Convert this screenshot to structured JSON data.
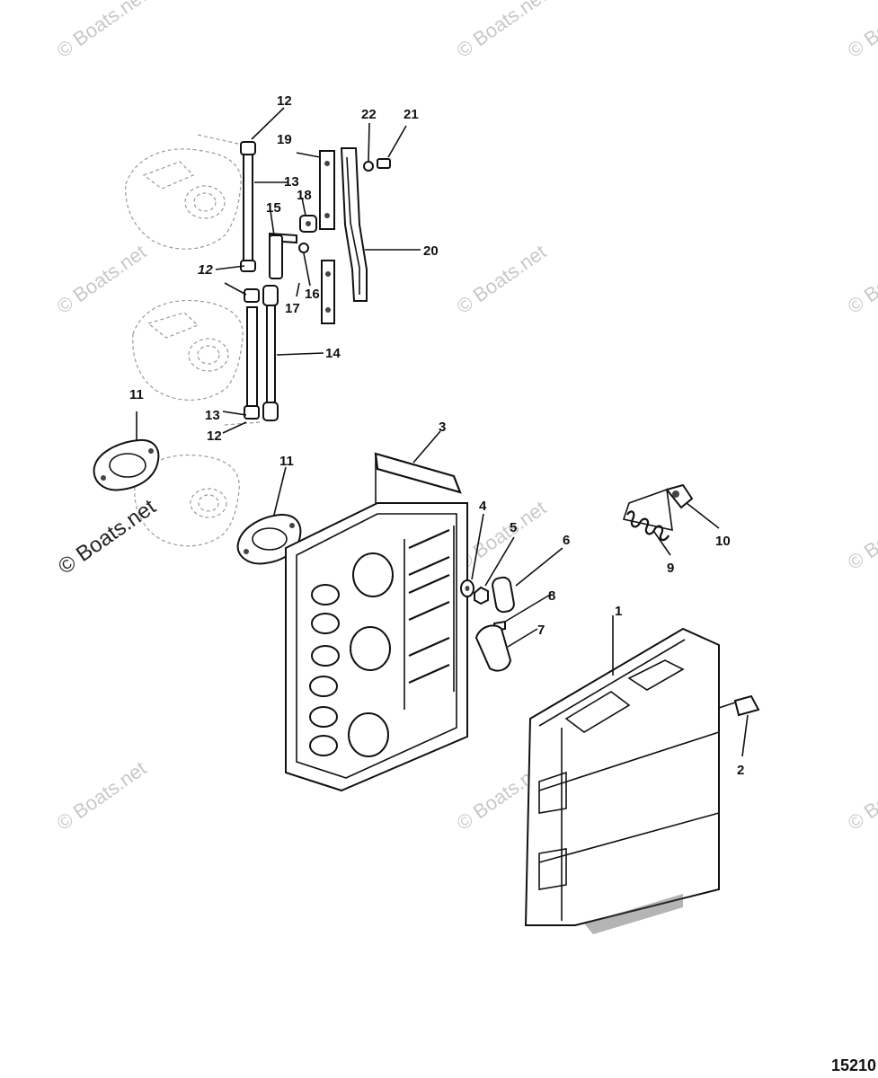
{
  "watermark": {
    "text": "© Boats.net",
    "primary_text": "© Boats.net"
  },
  "figure_number": "15210",
  "callouts": [
    {
      "id": "c1",
      "label": "1"
    },
    {
      "id": "c2",
      "label": "2"
    },
    {
      "id": "c3",
      "label": "3"
    },
    {
      "id": "c4",
      "label": "4"
    },
    {
      "id": "c5",
      "label": "5"
    },
    {
      "id": "c6",
      "label": "6"
    },
    {
      "id": "c7",
      "label": "7"
    },
    {
      "id": "c8",
      "label": "8"
    },
    {
      "id": "c9",
      "label": "9"
    },
    {
      "id": "c10",
      "label": "10"
    },
    {
      "id": "c11a",
      "label": "11"
    },
    {
      "id": "c11b",
      "label": "11"
    },
    {
      "id": "c12a",
      "label": "12"
    },
    {
      "id": "c12b",
      "label": "12"
    },
    {
      "id": "c12c",
      "label": "12"
    },
    {
      "id": "c13a",
      "label": "13"
    },
    {
      "id": "c13b",
      "label": "13"
    },
    {
      "id": "c14",
      "label": "14"
    },
    {
      "id": "c15",
      "label": "15"
    },
    {
      "id": "c16",
      "label": "16"
    },
    {
      "id": "c17",
      "label": "17"
    },
    {
      "id": "c18",
      "label": "18"
    },
    {
      "id": "c19",
      "label": "19"
    },
    {
      "id": "c20",
      "label": "20"
    },
    {
      "id": "c21",
      "label": "21"
    },
    {
      "id": "c22",
      "label": "22"
    }
  ]
}
